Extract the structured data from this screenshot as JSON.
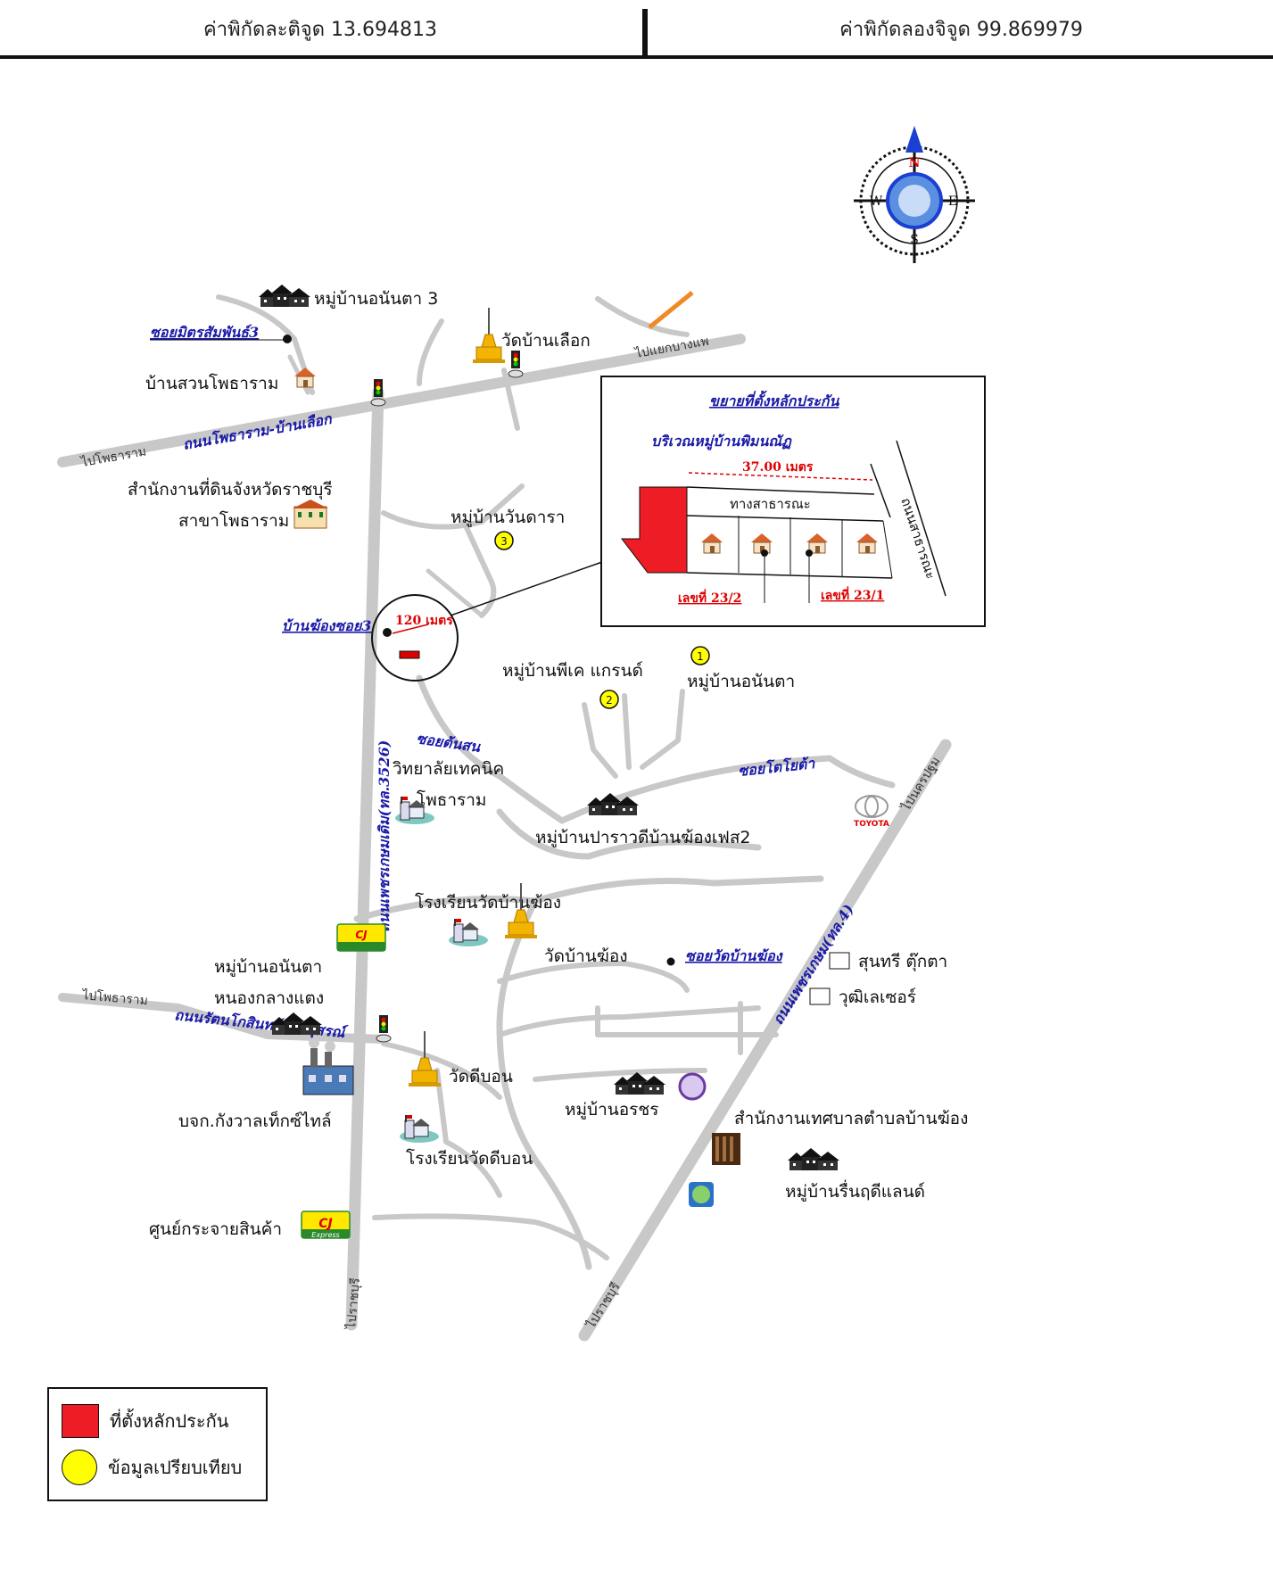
{
  "header": {
    "latitude_label": "ค่าพิกัดละติจูด 13.694813",
    "longitude_label": "ค่าพิกัดลองจิจูด 99.869979"
  },
  "compass": {
    "n": "N",
    "s": "S",
    "e": "E",
    "w": "W"
  },
  "places": {
    "village_ananta3": "หมู่บ้านอนันตา 3",
    "soi_mit": "ซอยมิตรสัมพันธ์3",
    "ban_suan": "บ้านสวนโพธาราม",
    "wat_ban_lueak": "วัดบ้านเลือก",
    "to_yaek_bangphae": "ไปแยกบางแพ",
    "road_photharam_banlueak": "ถนนโพธาราม-บ้านเลือก",
    "to_photharam_top": "ไปโพธาราม",
    "land_office_1": "สำนักงานที่ดินจังหวัดราชบุรี",
    "land_office_2": "สาขาโพธาราม",
    "village_wandara": "หมู่บ้านวันดารา",
    "ban_mong_soi3": "บ้านฆ้องซอย3",
    "dist_120": "120 เมตร",
    "village_pk": "หมู่บ้านพีเค แกรนด์",
    "village_ananta": "หมู่บ้านอนันตา",
    "soi_tonson": "ซอยต้นสน",
    "college_1": "วิทยาลัยเทคนิค",
    "college_2": "โพธาราม",
    "soi_toyota": "ซอยโตโยต้า",
    "toyota": "TOYOTA",
    "village_parawadee": "หมู่บ้านปาราวดีบ้านฆ้องเฟส2",
    "road_phetkasem_old": "ถนนเพชรเกษมเดิม(ทล.3526)",
    "school_ban_mong": "โรงเรียนวัดบ้านฆ้อง",
    "wat_ban_mong": "วัดบ้านฆ้อง",
    "soi_wat_ban_mong": "ซอยวัดบ้านฆ้อง",
    "sunthree": "สุนทรี ตุ๊กตา",
    "wutthi": "วุฒิเลเซอร์",
    "road_phetkasem_4": "ถนนเพชรเกษม(ทล.4)",
    "to_nakhonpathom": "ไปนครปฐม",
    "village_ananta_nong_1": "หมู่บ้านอนันตา",
    "village_ananta_nong_2": "หนองกลางแตง",
    "to_photharam_bottom": "ไปโพธาราม",
    "road_rattanakosin": "ถนนรัตนโกสินทร์ทรานุสรณ์",
    "wat_dibon": "วัดดีบอน",
    "kangwal": "บจก.กังวาลเท็กซ์ไทล์",
    "school_dibon": "โรงเรียนวัดดีบอน",
    "village_orachon": "หมู่บ้านอรชร",
    "municipal_office": "สำนักงานเทศบาลตำบลบ้านฆ้อง",
    "village_ruenrudee": "หมู่บ้านรื่นฤดีแลนด์",
    "distribution_center": "ศูนย์กระจายสินค้า",
    "to_ratchaburi_1": "ไปราชบุรี",
    "to_ratchaburi_2": "ไปราชบุรี",
    "cj": "CJ",
    "cj_express": "Express"
  },
  "inset": {
    "title": "ขยายที่ตั้งหลักประกัน",
    "subtitle": "บริเวณหมู่บ้านพิมนณัฏ",
    "dist": "37.00 เมตร",
    "public_way": "ทางสาธารณะ",
    "side_road": "ถนนสาธารณะ",
    "no_23_2": "เลขที่ 23/2",
    "no_23_1": "เลขที่ 23/1"
  },
  "markers": {
    "m1": "1",
    "m2": "2",
    "m3": "3"
  },
  "legend": {
    "collateral": "ที่ตั้งหลักประกัน",
    "comparison": "ข้อมูลเปรียบเทียบ",
    "collateral_color": "#ee1c24",
    "comparison_color": "#ffff00"
  },
  "colors": {
    "road": "#c8c8c8",
    "road_label": "#1a1aa8",
    "temple": "#f2b400"
  }
}
